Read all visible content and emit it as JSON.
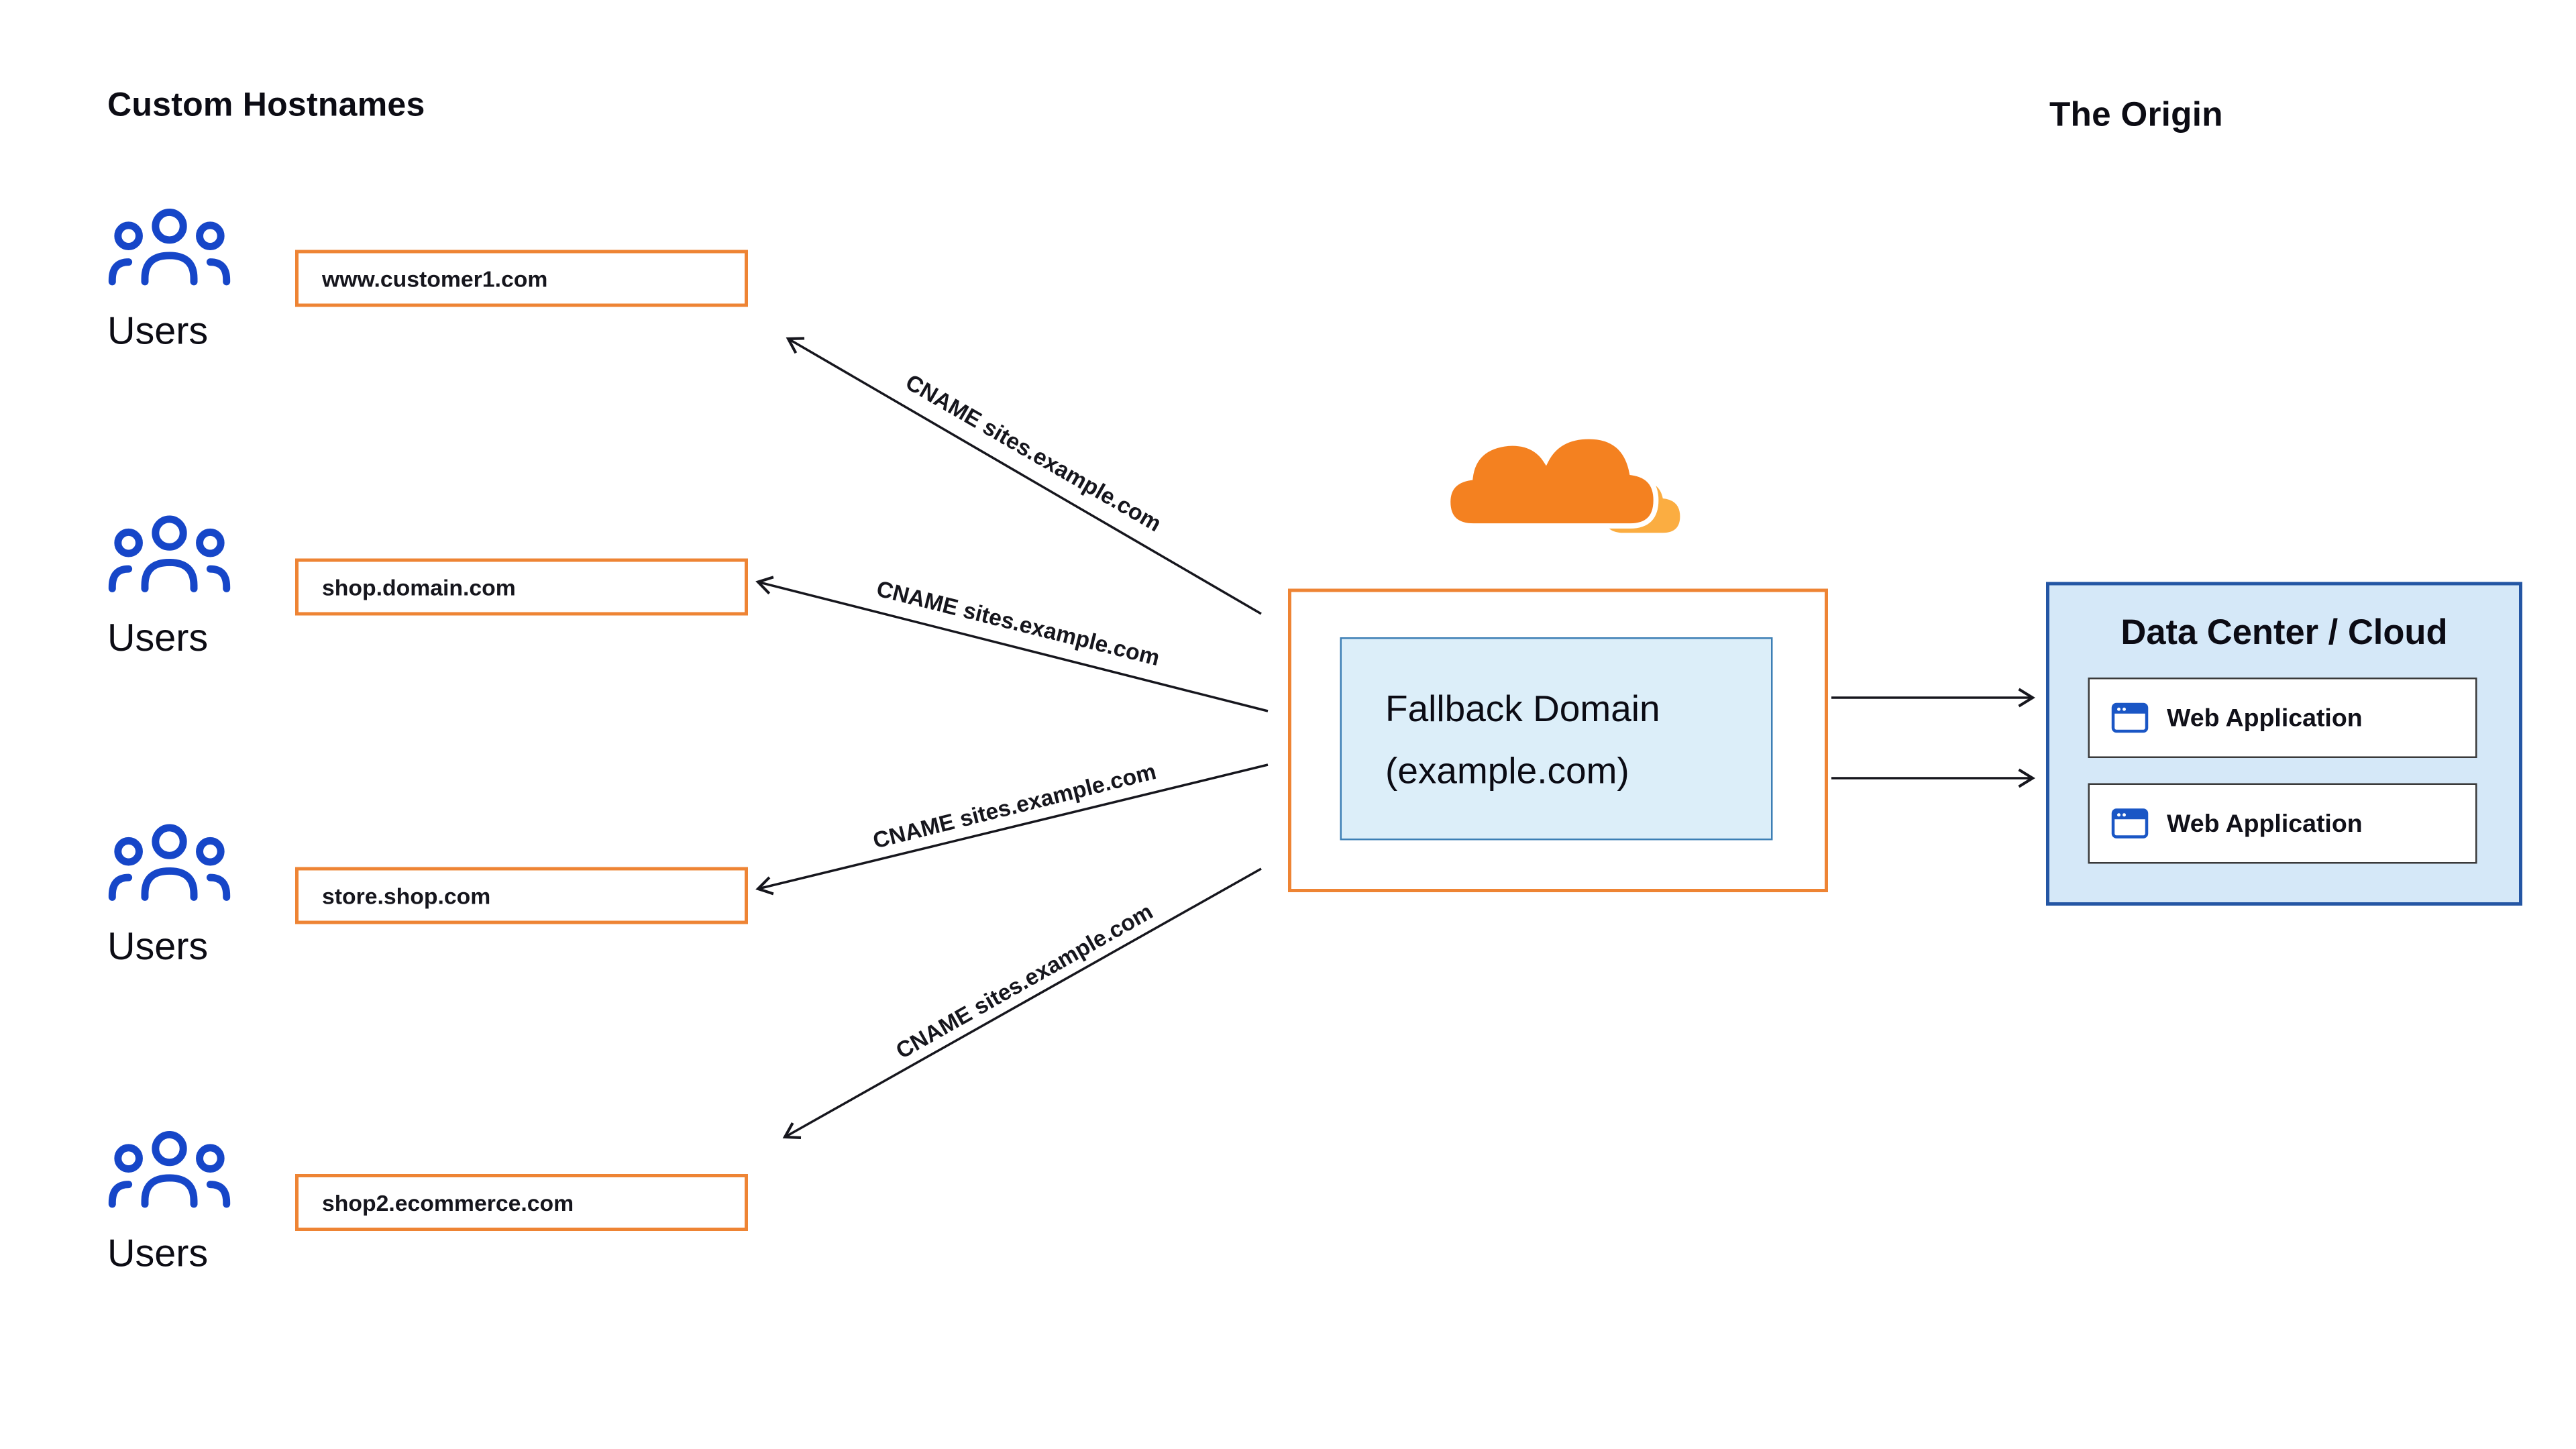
{
  "titles": {
    "custom_hostnames": "Custom Hostnames",
    "origin": "The Origin"
  },
  "user_groups": [
    {
      "label": "Users",
      "hostname": "www.customer1.com"
    },
    {
      "label": "Users",
      "hostname": "shop.domain.com"
    },
    {
      "label": "Users",
      "hostname": "store.shop.com"
    },
    {
      "label": "Users",
      "hostname": "shop2.ecommerce.com"
    }
  ],
  "connections": [
    {
      "label": "CNAME sites.example.com"
    },
    {
      "label": "CNAME sites.example.com"
    },
    {
      "label": "CNAME sites.example.com"
    },
    {
      "label": "CNAME sites.example.com"
    }
  ],
  "fallback_domain": {
    "line1": "Fallback Domain",
    "line2": "(example.com)"
  },
  "origin_box": {
    "title": "Data Center / Cloud",
    "applications": [
      {
        "label": "Web Application"
      },
      {
        "label": "Web Application"
      }
    ]
  },
  "icons": {
    "cloudflare": "cloudflare-logo",
    "users": "users-group-icon",
    "browser": "browser-window-icon"
  },
  "colors": {
    "orange": "#f48120",
    "orange_light": "#fbad41",
    "blue_users": "#1646c8",
    "origin_border": "#2456a4",
    "origin_bg": "#d5e8f8",
    "fallback_bg": "#dceef9",
    "arrow": "#16161d"
  }
}
